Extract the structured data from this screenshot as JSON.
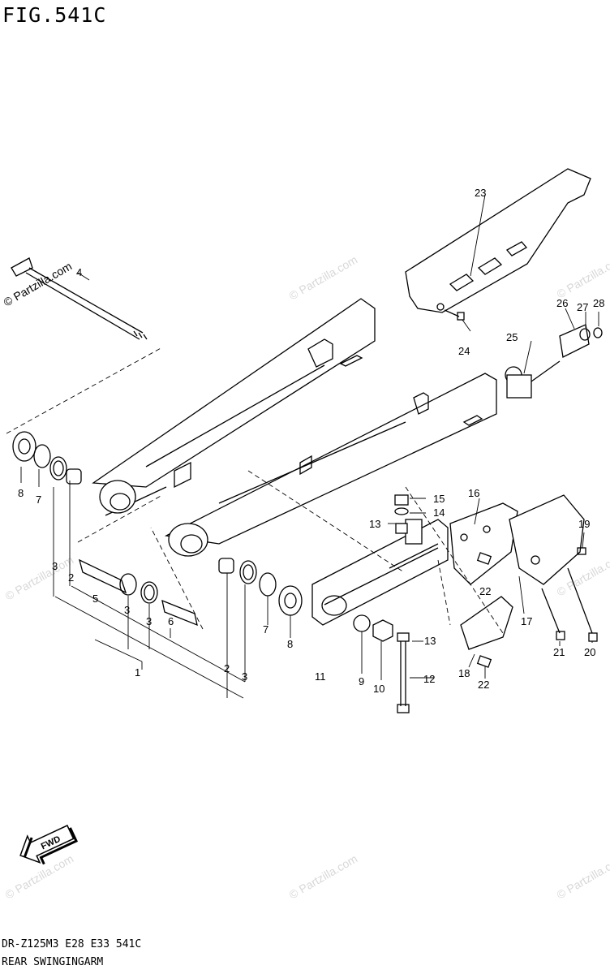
{
  "figure": {
    "title": "FIG.541C",
    "model_code": "DR-Z125M3 E28 E33 541C",
    "subtitle": "REAR SWINGINGARM",
    "fwd_label": "FWD",
    "watermark": "© Partzilla.com"
  },
  "callouts": [
    "23",
    "4",
    "26",
    "27",
    "28",
    "24",
    "25",
    "16",
    "15",
    "14",
    "13",
    "19",
    "8",
    "7",
    "3",
    "2",
    "22",
    "5",
    "3",
    "3",
    "6",
    "17",
    "21",
    "20",
    "7",
    "8",
    "13",
    "1",
    "11",
    "18",
    "22",
    "2",
    "3",
    "9",
    "10",
    "12"
  ]
}
